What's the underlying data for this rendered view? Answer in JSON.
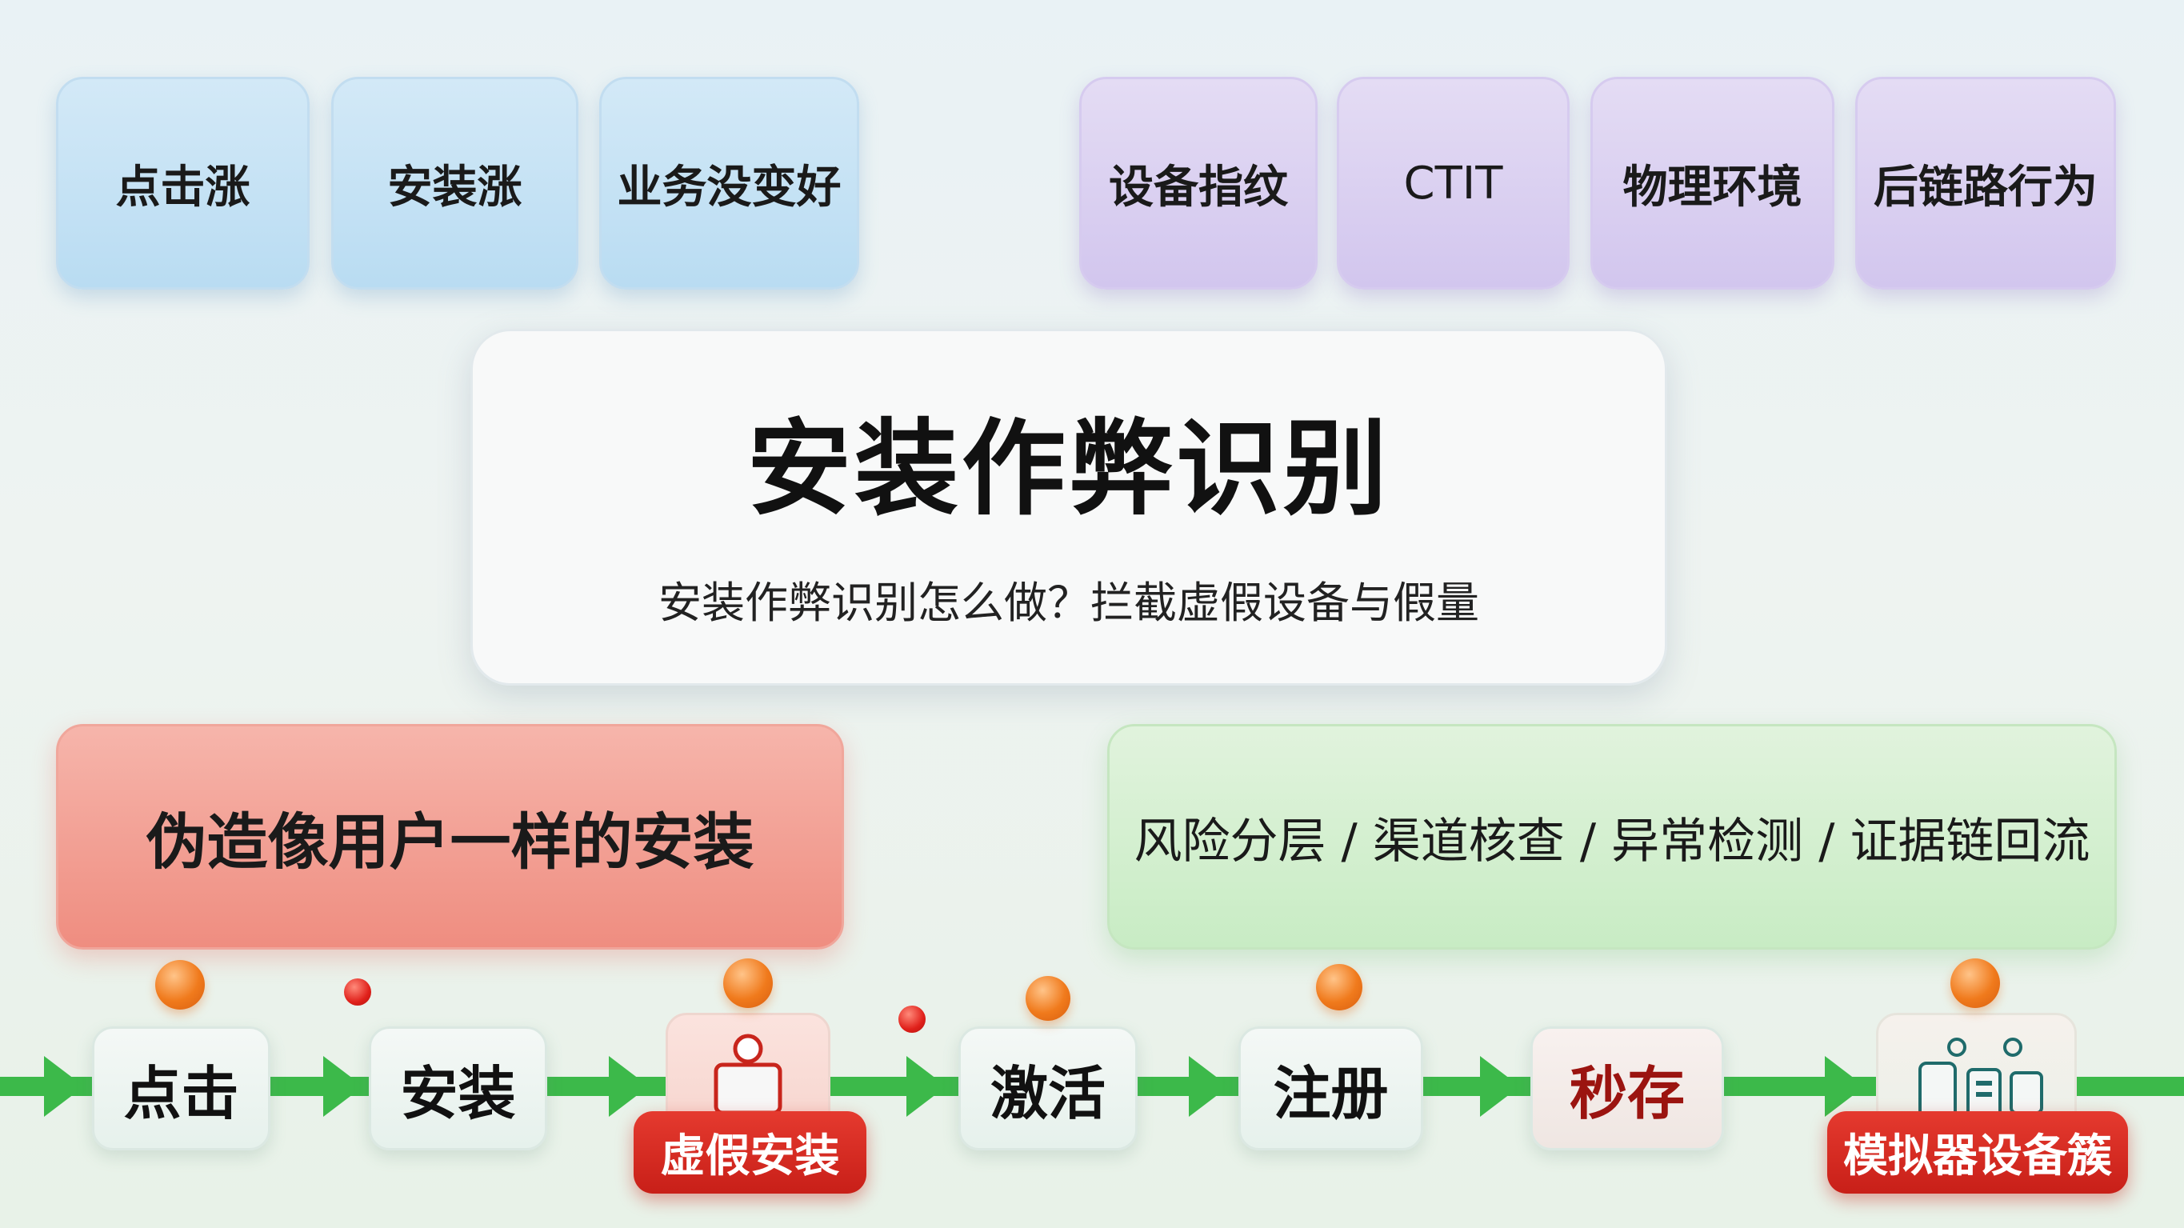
{
  "top_left_tags": [
    "点击涨",
    "安装涨",
    "业务没变好"
  ],
  "top_right_tags": [
    "设备指纹",
    "CTIT",
    "物理环境",
    "后链路行为"
  ],
  "center": {
    "title": "安装作弊识别",
    "subtitle": "安装作弊识别怎么做？拦截虚假设备与假量"
  },
  "problem_box": "伪造像用户一样的安装",
  "solution_box": "风险分层 / 渠道核查 / 异常检测 / 证据链回流",
  "flow": {
    "steps": [
      "点击",
      "安装",
      "激活",
      "注册",
      "秒存"
    ],
    "fake_install_label": "虚假安装",
    "emulator_label": "模拟器设备簇"
  },
  "colors": {
    "flow_arrow": "#3cb94a",
    "alert_red": "#d8261e",
    "retention_text": "#9b1410"
  }
}
